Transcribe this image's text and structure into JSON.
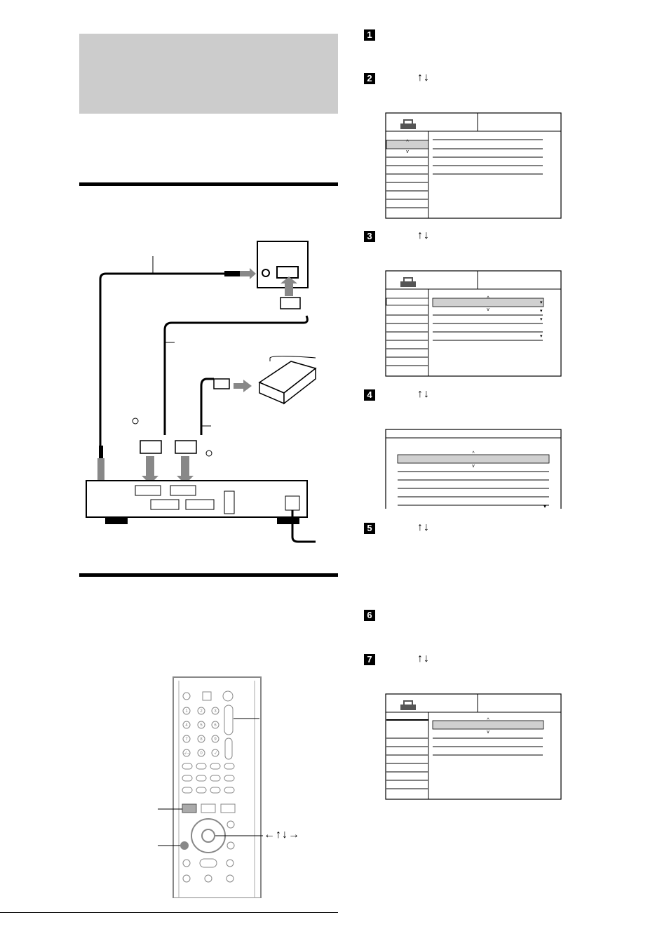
{
  "steps": [
    {
      "number": "1"
    },
    {
      "number": "2",
      "arrows": "↑↓"
    },
    {
      "number": "3",
      "arrows": "↑↓"
    },
    {
      "number": "4",
      "arrows": "↑↓"
    },
    {
      "number": "5",
      "arrows": "↑↓"
    },
    {
      "number": "6"
    },
    {
      "number": "7",
      "arrows": "↑↓"
    }
  ],
  "remote": {
    "arrow_label": "←↑↓→",
    "number_keys": [
      "1",
      "2",
      "3",
      "4",
      "5",
      "6",
      "7",
      "8",
      "9",
      "-/--",
      "0",
      "-/"
    ]
  },
  "icons": [
    "setup-toolbox-icon",
    "remote-control-icon",
    "tv-icon",
    "decoder-icon",
    "recorder-rear-panel-icon",
    "scart-plug-icon",
    "antenna-plug-icon"
  ],
  "colors": {
    "title_box": "#cccccc",
    "highlight": "#d0d0d0",
    "cable_arrow": "#888888"
  }
}
